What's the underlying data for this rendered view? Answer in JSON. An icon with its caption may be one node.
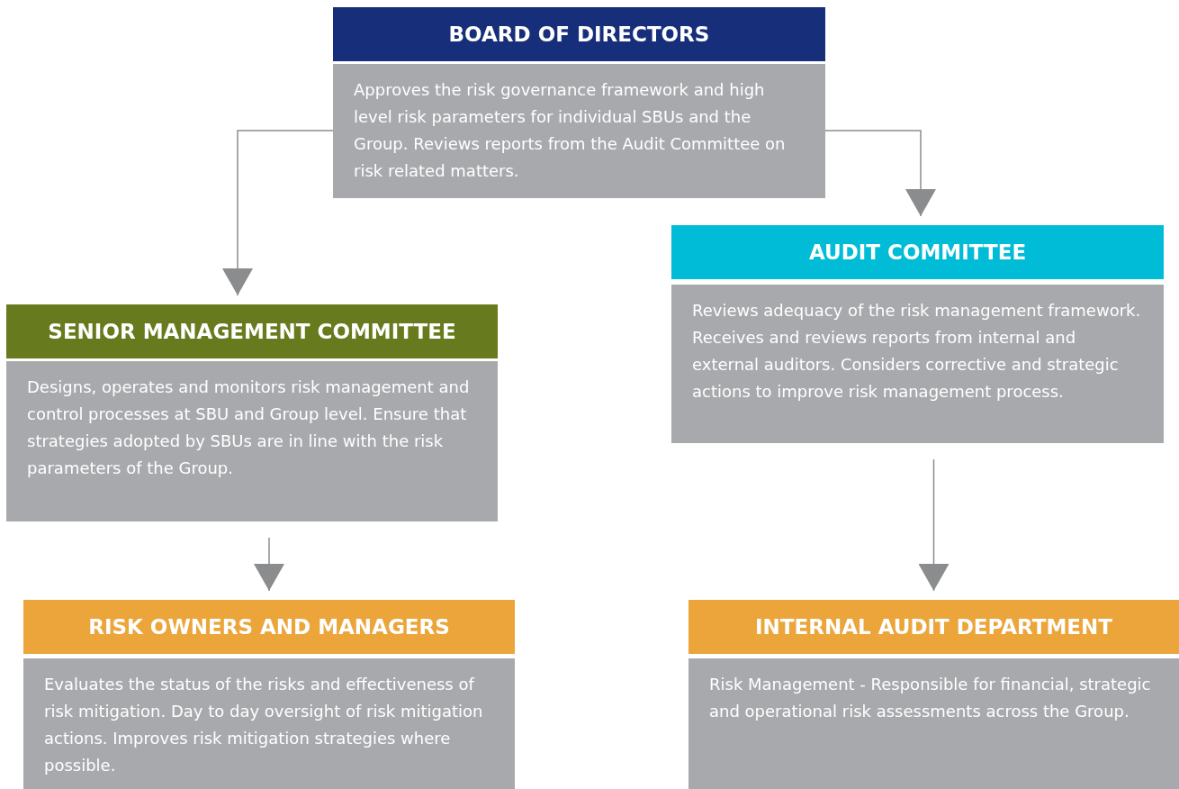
{
  "diagram": {
    "nodes": [
      {
        "text": [
          "BOARD OF DIRECTORS",
          "Approves the risk governance framework and high level risk parameters for individual SBUs and the Group. Reviews reports from the Audit Committee on risk related matters."
        ]
      },
      {
        "text": [
          "SENIOR MANAGEMENT COMMITTEE",
          "Designs, operates and monitors risk management and control processes at SBU and Group level. Ensure that strategies adopted by SBUs are in line with the risk parameters of the Group."
        ]
      },
      {
        "text": [
          "AUDIT COMMITTEE",
          "Reviews adequacy of the risk management framework. Receives and reviews reports from internal and external auditors. Considers corrective and strategic actions to improve risk management process."
        ]
      },
      {
        "text": [
          "RISK OWNERS AND MANAGERS",
          "Evaluates the status of the risks and effectiveness of risk mitigation. Day to day oversight of risk mitigation actions. Improves risk mitigation strategies where possible."
        ]
      },
      {
        "text": [
          "INTERNAL AUDIT DEPARTMENT",
          "Risk Management - Responsible for financial, strategic and operational risk assessments across the Group."
        ]
      }
    ],
    "edges": [
      {
        "from": 0,
        "to": 1,
        "arrow": "to"
      },
      {
        "from": 0,
        "to": 2,
        "arrow": "to"
      },
      {
        "from": 1,
        "to": 3,
        "arrow": "to"
      },
      {
        "from": 2,
        "to": 4,
        "arrow": "to"
      }
    ]
  }
}
